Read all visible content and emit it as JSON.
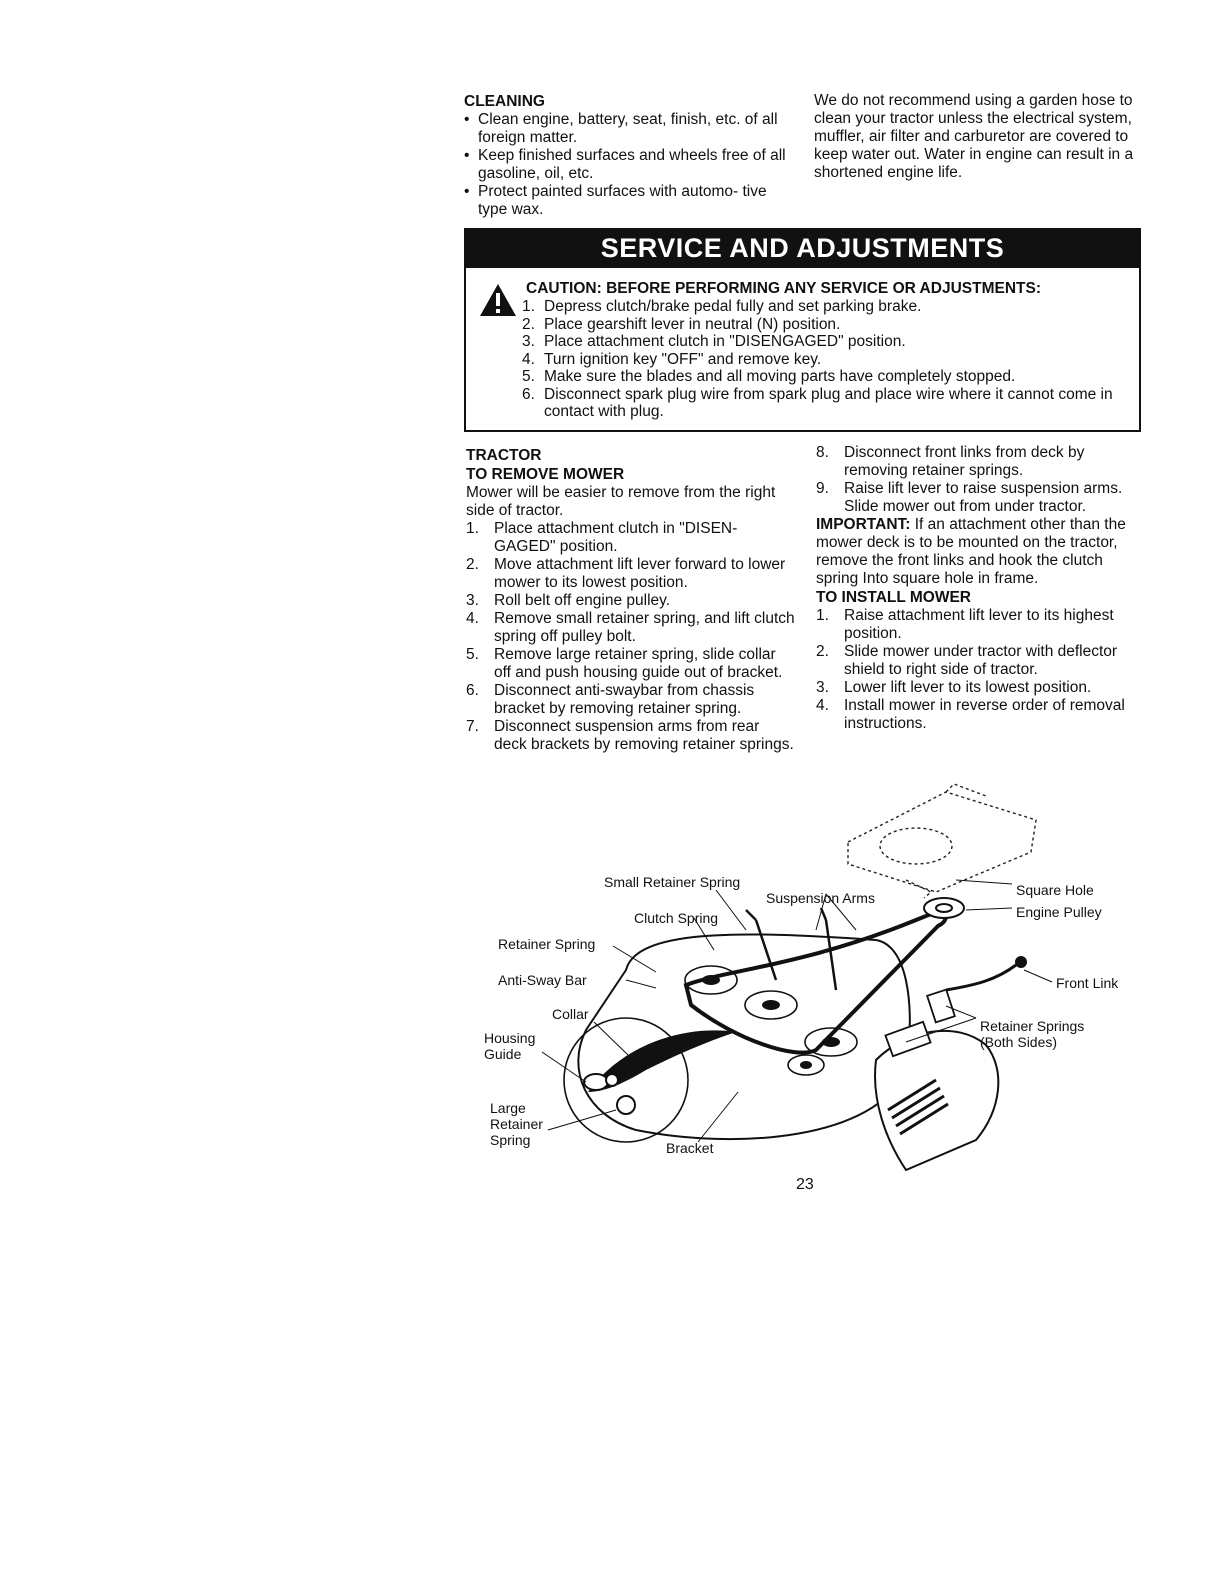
{
  "cleaning": {
    "heading": "CLEANING",
    "bullets": [
      "Clean engine, battery, seat, finish, etc. of all foreign matter.",
      "Keep finished surfaces and wheels free of all gasoline, oil, etc.",
      "Protect painted surfaces with automo- tive type wax."
    ],
    "note": "We do not recommend using a garden hose to clean your tractor unless the electrical system, muffler, air filter and carburetor are covered to keep water out. Water in engine can result in a shortened engine life."
  },
  "banner": "SERVICE AND ADJUSTMENTS",
  "caution": {
    "title": "CAUTION: BEFORE PERFORMING ANY SERVICE OR ADJUSTMENTS:",
    "steps": [
      {
        "num": "1.",
        "text": "Depress clutch/brake pedal fully and set parking brake."
      },
      {
        "num": "2.",
        "text": "Place gearshift lever in neutral (N) position."
      },
      {
        "num": "3.",
        "text": "Place attachment clutch in \"DISENGAGED\" position."
      },
      {
        "num": "4.",
        "text": "Turn ignition key \"OFF\" and remove key."
      },
      {
        "num": "5.",
        "text": "Make sure the blades and all moving parts have completely stopped."
      },
      {
        "num": "6.",
        "text": "Disconnect spark plug wire from spark plug and place wire where it cannot come in contact with plug."
      }
    ]
  },
  "tractor": {
    "heading": "TRACTOR",
    "remove_heading": "TO REMOVE MOWER",
    "remove_intro": "Mower will be easier to remove from the right side of tractor.",
    "remove_steps": [
      {
        "num": "1.",
        "text": "Place attachment clutch in \"DISEN- GAGED\" position."
      },
      {
        "num": "2.",
        "text": "Move attachment lift lever forward to lower mower to its lowest position."
      },
      {
        "num": "3.",
        "text": "Roll belt off engine pulley."
      },
      {
        "num": "4.",
        "text": "Remove small retainer spring, and lift clutch spring off pulley bolt."
      },
      {
        "num": "5.",
        "text": "Remove large retainer spring, slide collar off and push housing guide out of bracket."
      },
      {
        "num": "6.",
        "text": "Disconnect anti-swaybar from chassis bracket by removing retainer spring."
      },
      {
        "num": "7.",
        "text": "Disconnect suspension arms from rear deck brackets by removing retainer springs."
      }
    ],
    "remove_steps_cont": [
      {
        "num": "8.",
        "text": "Disconnect front links from deck by removing retainer springs."
      },
      {
        "num": "9.",
        "text": "Raise lift lever to raise suspension arms. Slide mower out from under tractor."
      }
    ],
    "important_label": "IMPORTANT:",
    "important_text": " If an attachment other than the mower deck is to be mounted on the tractor, remove the front links and hook the clutch spring Into square hole in frame.",
    "install_heading": "TO INSTALL MOWER",
    "install_steps": [
      {
        "num": "1.",
        "text": "Raise attachment lift lever to its highest position."
      },
      {
        "num": "2.",
        "text": "Slide mower under tractor with deflector shield to right side of tractor."
      },
      {
        "num": "3.",
        "text": "Lower lift lever to its lowest position."
      },
      {
        "num": "4.",
        "text": "Install mower in reverse order of removal instructions."
      }
    ]
  },
  "figure": {
    "labels": {
      "small_retainer_spring": "Small Retainer Spring",
      "suspension_arms": "Suspension Arms",
      "square_hole": "Square Hole",
      "engine_pulley": "Engine Pulley",
      "clutch_spring": "Clutch Spring",
      "retainer_spring": "Retainer Spring",
      "anti_sway_bar": "Anti-Sway Bar",
      "front_link": "Front Link",
      "collar": "Collar",
      "retainer_springs": "Retainer Springs",
      "both_sides": "(Both Sides)",
      "housing": "Housing",
      "guide": "Guide",
      "large": "Large",
      "retainer": "Retainer",
      "spring": "Spring",
      "bracket": "Bracket"
    }
  },
  "page_number": "23"
}
